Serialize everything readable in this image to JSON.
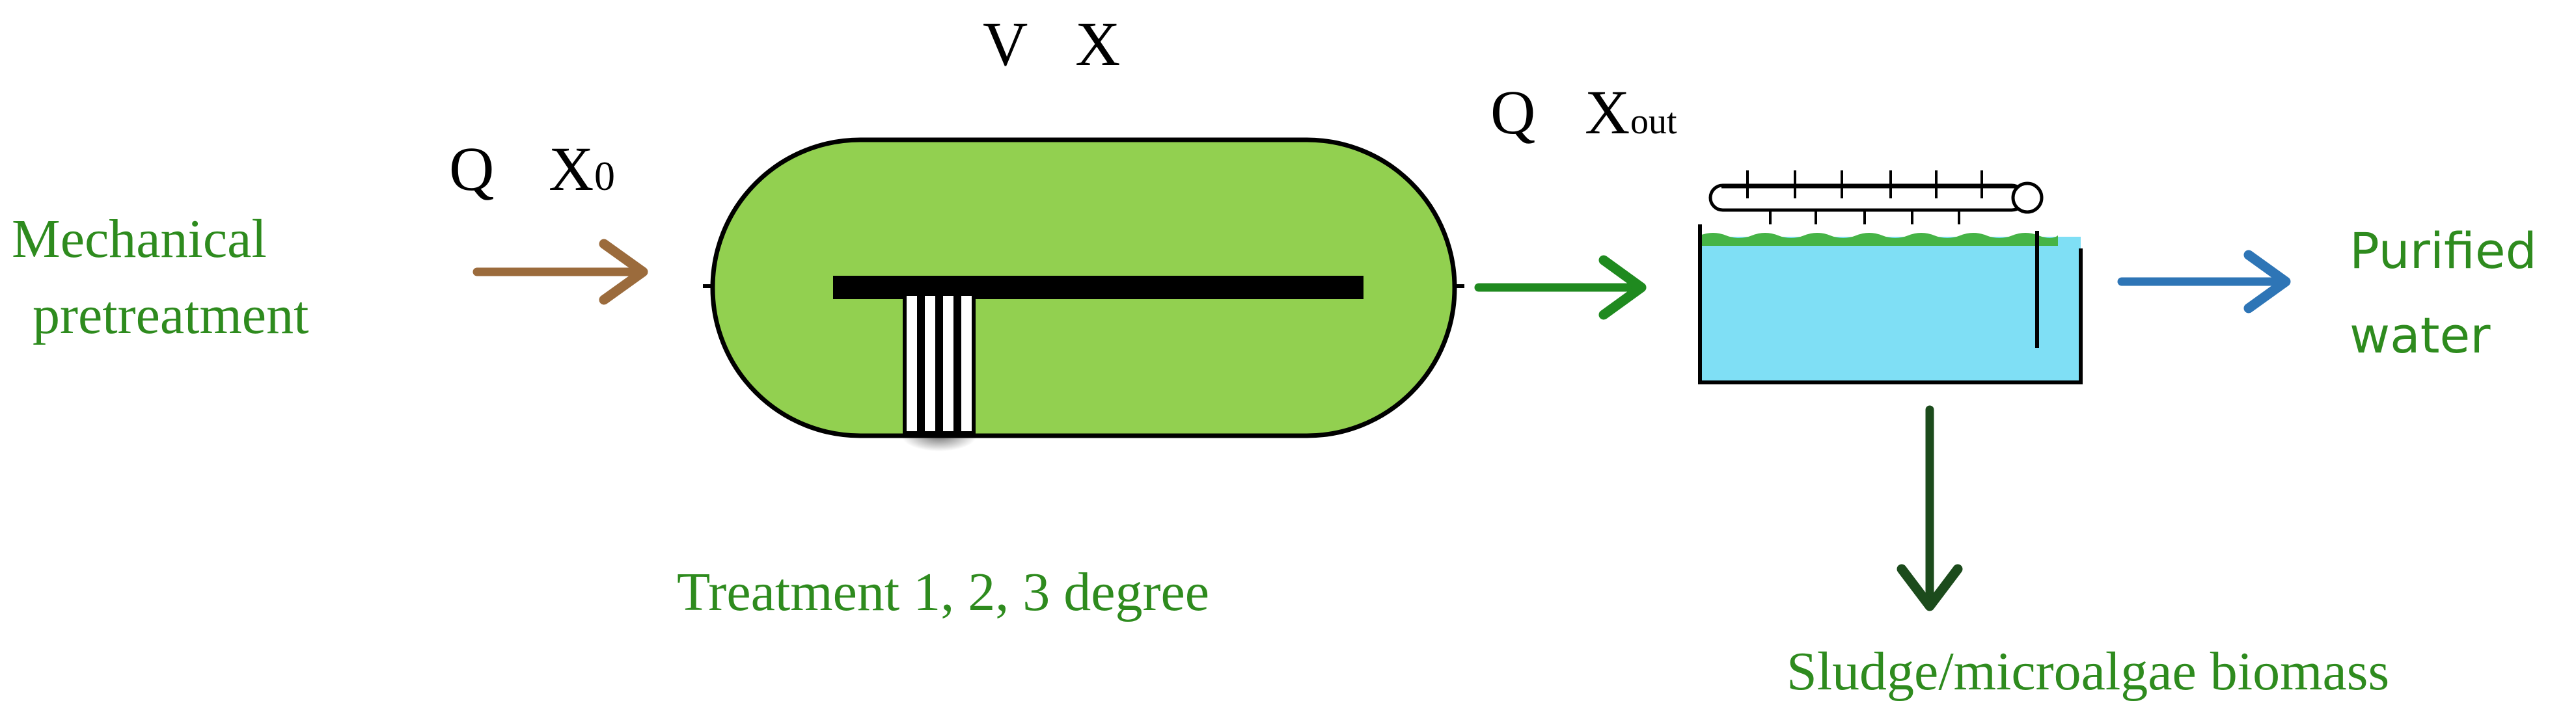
{
  "labels": {
    "inlet_q": "Q",
    "inlet_x": "X",
    "inlet_x_sub": "0",
    "reactor_v": "V",
    "reactor_x": "X",
    "outlet_q": "Q",
    "outlet_x": "X",
    "outlet_x_sub": "out",
    "mechanical_line1": "Mechanical",
    "mechanical_line2": "pretreatment",
    "treatment": "Treatment 1, 2, 3 degree",
    "purified_line1": "Purified",
    "purified_line2": "water",
    "sludge": "Sludge/microalgae biomass"
  },
  "colors": {
    "green_text": "#2e8b1e",
    "reactor_fill": "#92d050",
    "inlet_arrow": "#9b6b3c",
    "outlet_arrow": "#1f8a1f",
    "purified_arrow": "#2e75b6",
    "sludge_arrow": "#1c4b1c",
    "water_fill": "#7fdff5",
    "black": "#000000"
  }
}
